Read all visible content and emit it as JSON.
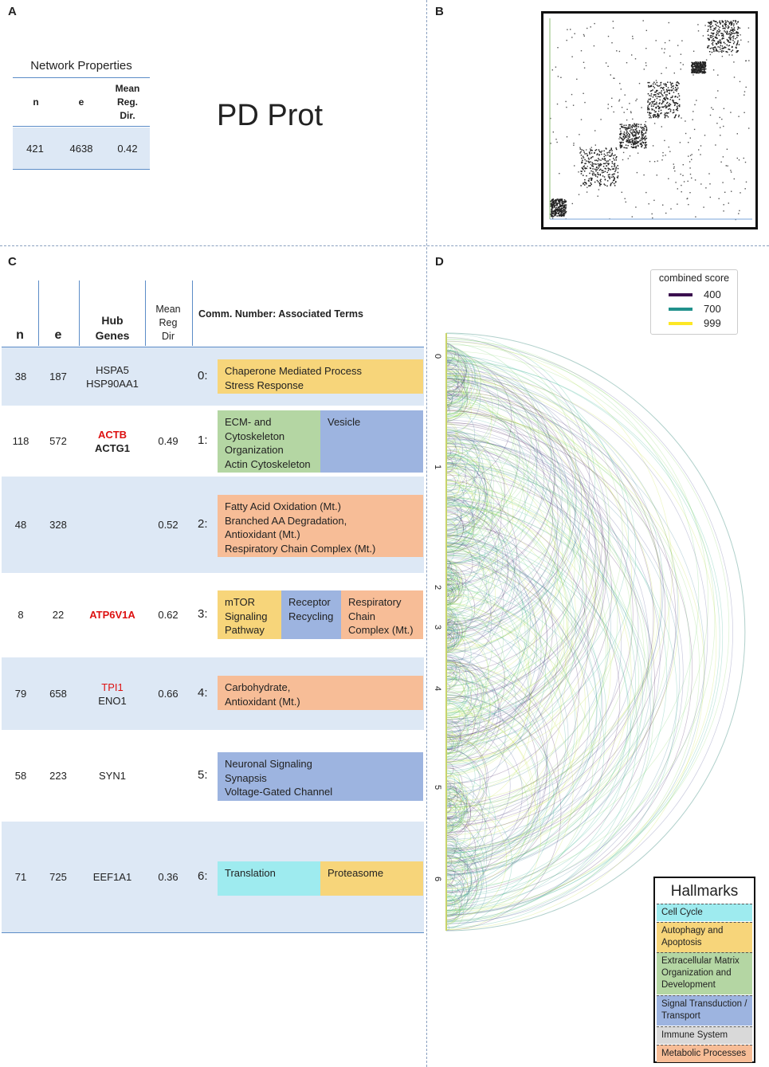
{
  "panels": {
    "a": "A",
    "b": "B",
    "c": "C",
    "d": "D"
  },
  "network_properties": {
    "title": "Network Properties",
    "headers": {
      "n": "n",
      "e": "e",
      "mean": "Mean\nReg.\nDir."
    },
    "values": {
      "n": "421",
      "e": "4638",
      "mean": "0.42"
    }
  },
  "dataset_title": "PD Prot",
  "community_table": {
    "headers": {
      "n": "n",
      "e": "e",
      "hub": "Hub\nGenes",
      "mean": "Mean\nReg\nDir",
      "terms": "Comm. Number: Associated Terms"
    },
    "rows": [
      {
        "n": "38",
        "e": "187",
        "hub1": "HSPA5",
        "hub2": "HSP90AA1",
        "mean": "",
        "num": "0:",
        "terms": [
          "Chaperone Mediated Process\nStress Response"
        ]
      },
      {
        "n": "118",
        "e": "572",
        "hub1": "ACTB",
        "hub2": "ACTG1",
        "mean": "0.49",
        "num": "1:",
        "terms": [
          "ECM- and\nCytoskeleton\nOrganization\nActin Cytoskeleton",
          "Vesicle"
        ]
      },
      {
        "n": "48",
        "e": "328",
        "hub1": "",
        "hub2": "",
        "mean": "0.52",
        "num": "2:",
        "terms": [
          "Fatty Acid Oxidation (Mt.)\nBranched AA Degradation,\nAntioxidant (Mt.)\nRespiratory Chain Complex (Mt.)"
        ]
      },
      {
        "n": "8",
        "e": "22",
        "hub1": "ATP6V1A",
        "hub2": "",
        "mean": "0.62",
        "num": "3:",
        "terms": [
          "mTOR\nSignaling\nPathway",
          "Receptor\nRecycling",
          "Respiratory\nChain\nComplex (Mt.)"
        ]
      },
      {
        "n": "79",
        "e": "658",
        "hub1": "TPI1",
        "hub2": "ENO1",
        "mean": "0.66",
        "num": "4:",
        "terms": [
          "Carbohydrate,\nAntioxidant (Mt.)"
        ]
      },
      {
        "n": "58",
        "e": "223",
        "hub1": "SYN1",
        "hub2": "",
        "mean": "",
        "num": "5:",
        "terms": [
          "Neuronal Signaling\nSynapsis\nVoltage-Gated Channel"
        ]
      },
      {
        "n": "71",
        "e": "725",
        "hub1": "EEF1A1",
        "hub2": "",
        "mean": "0.36",
        "num": "6:",
        "terms": [
          "Translation",
          "Proteasome"
        ]
      }
    ]
  },
  "score_legend": {
    "title": "combined score",
    "items": [
      {
        "label": "400",
        "color": "#3b0f4f"
      },
      {
        "label": "700",
        "color": "#21918c"
      },
      {
        "label": "999",
        "color": "#fde725"
      }
    ]
  },
  "hallmarks": {
    "title": "Hallmarks",
    "items": [
      {
        "label": "Cell Cycle",
        "color": "#9eebef"
      },
      {
        "label": "Autophagy and Apoptosis",
        "color": "#f7d57a"
      },
      {
        "label": "Extracellular Matrix Organization and Development",
        "color": "#b4d6a3"
      },
      {
        "label": "Signal Transduction / Transport",
        "color": "#9db4e0"
      },
      {
        "label": "Immune System",
        "color": "#d9d9d9"
      },
      {
        "label": "Metabolic Processes",
        "color": "#f7bd97"
      }
    ]
  },
  "arc_axis_labels": [
    "0",
    "1",
    "2",
    "3",
    "4",
    "5",
    "6"
  ],
  "colors": {
    "row_bg": "#dde8f5",
    "rule": "#5b8cc7",
    "hub_red": "#dd1111"
  }
}
